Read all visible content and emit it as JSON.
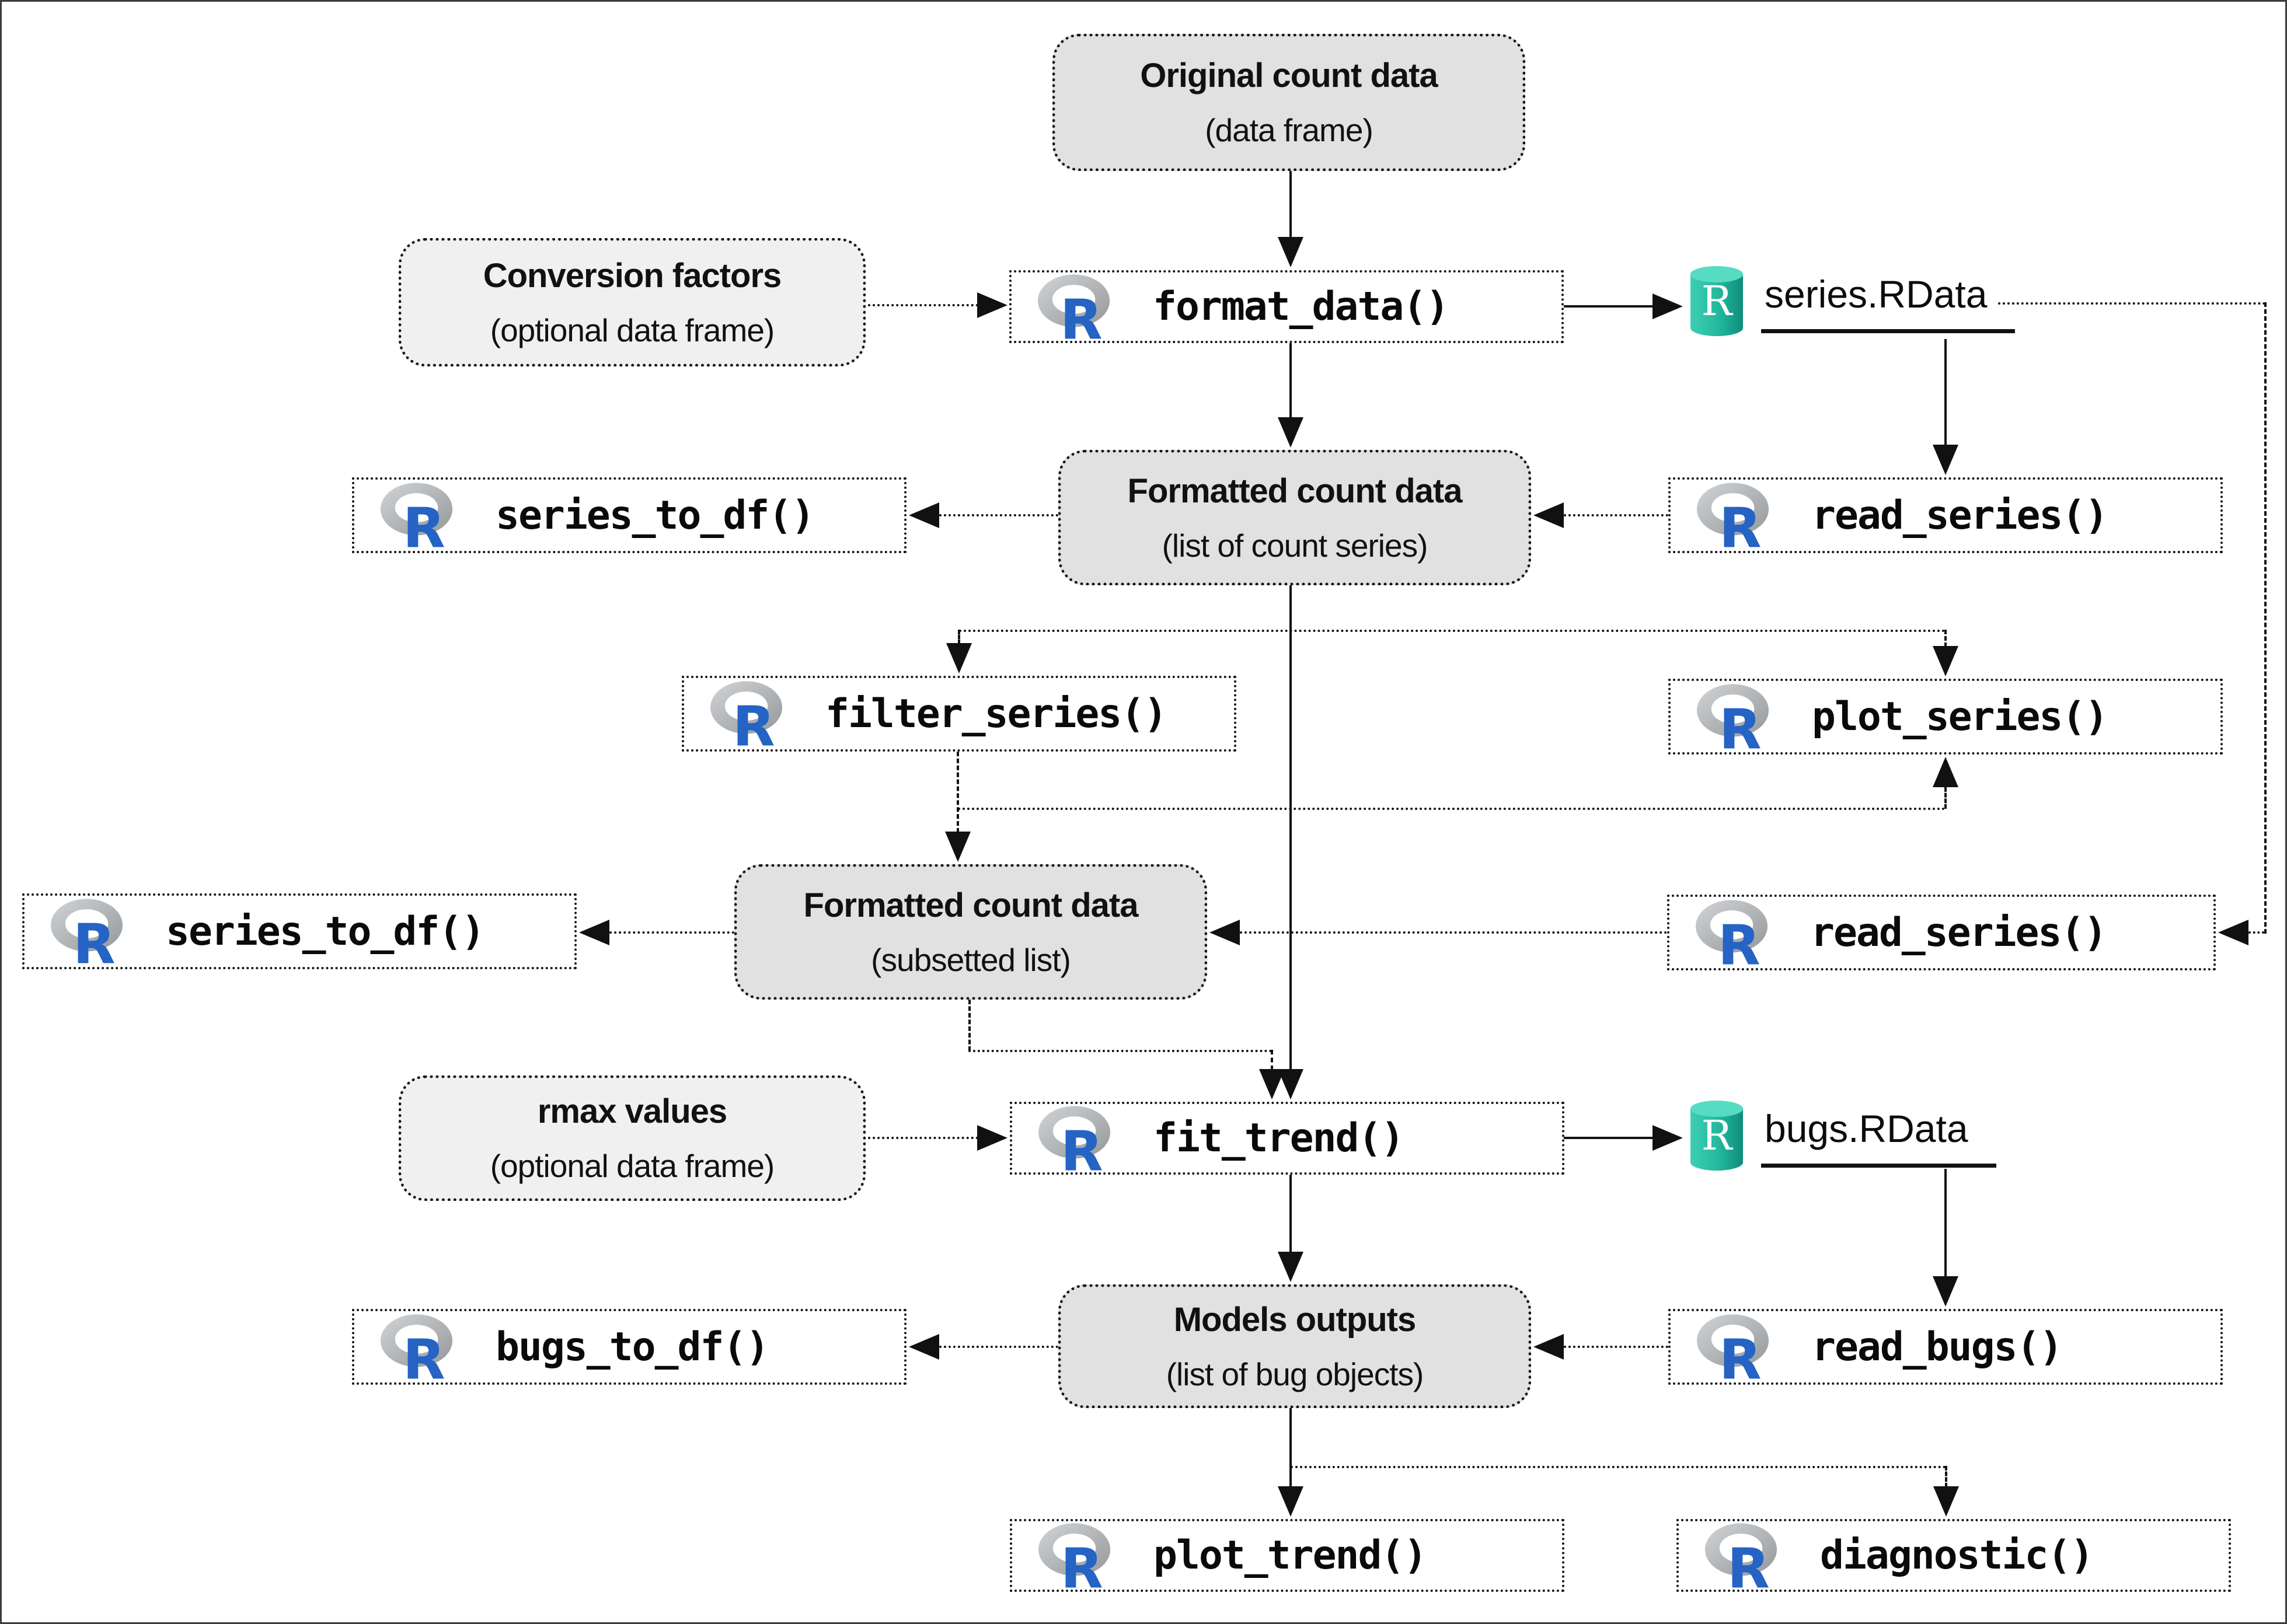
{
  "diagram": {
    "nodes": {
      "original": {
        "title": "Original count data",
        "subtitle": "(data frame)"
      },
      "conversion_factors": {
        "title": "Conversion factors",
        "subtitle": "(optional data frame)"
      },
      "format_data": {
        "label": "format_data()"
      },
      "series_rdata": {
        "label": "series.RData"
      },
      "series_to_df_top": {
        "label": "series_to_df()"
      },
      "formatted_list": {
        "title": "Formatted count data",
        "subtitle": "(list of count series)"
      },
      "read_series_top": {
        "label": "read_series()"
      },
      "filter_series": {
        "label": "filter_series()"
      },
      "plot_series": {
        "label": "plot_series()"
      },
      "series_to_df_bottom": {
        "label": "series_to_df()"
      },
      "formatted_subset": {
        "title": "Formatted count data",
        "subtitle": "(subsetted list)"
      },
      "read_series_bottom": {
        "label": "read_series()"
      },
      "rmax_values": {
        "title": "rmax values",
        "subtitle": "(optional data frame)"
      },
      "fit_trend": {
        "label": "fit_trend()"
      },
      "bugs_rdata": {
        "label": "bugs.RData"
      },
      "bugs_to_df": {
        "label": "bugs_to_df()"
      },
      "models_outputs": {
        "title": "Models outputs",
        "subtitle": "(list of bug objects)"
      },
      "read_bugs": {
        "label": "read_bugs()"
      },
      "plot_trend": {
        "label": "plot_trend()"
      },
      "diagnostic": {
        "label": "diagnostic()"
      }
    },
    "icons": {
      "r_logo": "r-logo-icon",
      "rdata_file": "rdata-cylinder-icon"
    },
    "colors": {
      "data_box_fill": "#e1e1e1",
      "optional_box_fill": "#f0f0f0",
      "function_box_fill": "#ffffff",
      "r_blue": "#2563c4",
      "rdata_teal_top": "#55dcc2",
      "rdata_teal_body": "#23b79d",
      "rdata_teal_dark": "#0f8d7c",
      "line": "#121212"
    }
  }
}
